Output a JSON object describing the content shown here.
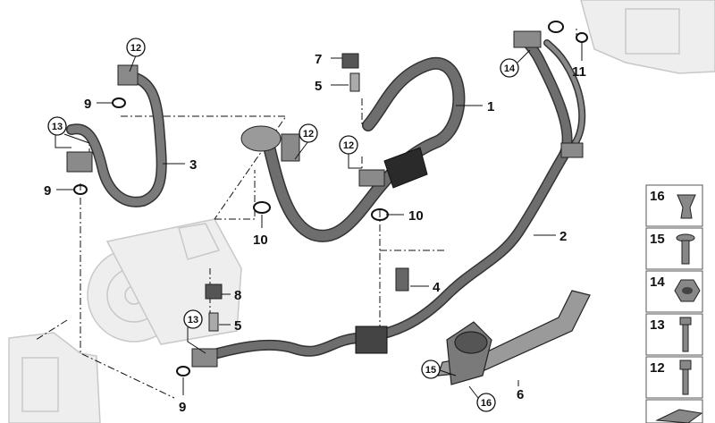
{
  "diagram": {
    "callouts": [
      "1",
      "2",
      "3",
      "4",
      "5",
      "5",
      "6",
      "7",
      "8",
      "9",
      "9",
      "9",
      "10",
      "10",
      "11"
    ],
    "circled_callouts": [
      "12",
      "12",
      "12",
      "13",
      "13",
      "14",
      "15",
      "16"
    ],
    "legend": [
      "16",
      "15",
      "14",
      "13",
      "12"
    ],
    "colors": {
      "hose": "#6e6e6e",
      "hose_light": "#9a9a9a",
      "line": "#111111",
      "ghost": "#d4d4d4"
    }
  }
}
